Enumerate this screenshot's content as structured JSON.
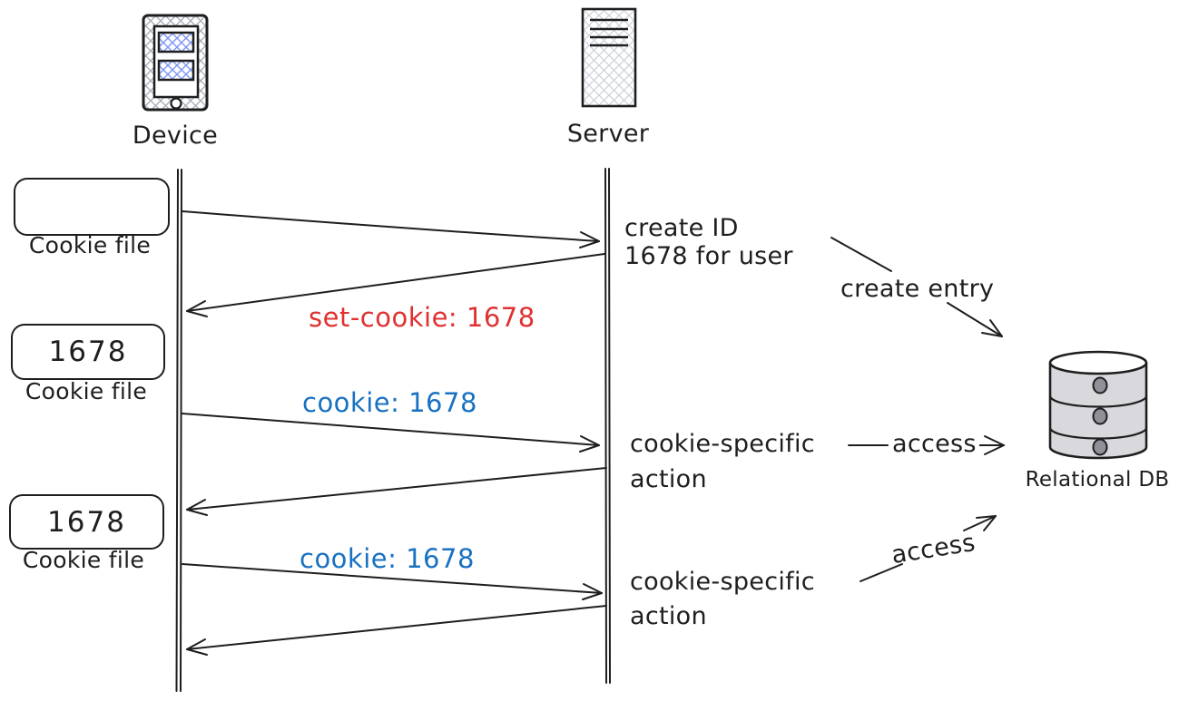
{
  "colors": {
    "ink": "#1e1e1e",
    "red": "#e03131",
    "blue": "#1971c2",
    "db_fill": "#d8d8dd",
    "db_dot": "#909098"
  },
  "actors": {
    "device": "Device",
    "server": "Server"
  },
  "cookie_files": [
    {
      "value": "",
      "label": "Cookie file"
    },
    {
      "value": "1678",
      "label": "Cookie file"
    },
    {
      "value": "1678",
      "label": "Cookie file"
    }
  ],
  "messages": {
    "set_cookie": "set-cookie: 1678",
    "cookie_1": "cookie: 1678",
    "cookie_2": "cookie: 1678"
  },
  "annotations": {
    "create_id_line1": "create ID",
    "create_id_line2": "1678 for user",
    "create_entry": "create entry",
    "action1_line1": "cookie-specific",
    "action1_line2": "action",
    "action2_line1": "cookie-specific",
    "action2_line2": "action",
    "access_1": "access",
    "access_2": "access"
  },
  "database": {
    "label": "Relational DB"
  }
}
